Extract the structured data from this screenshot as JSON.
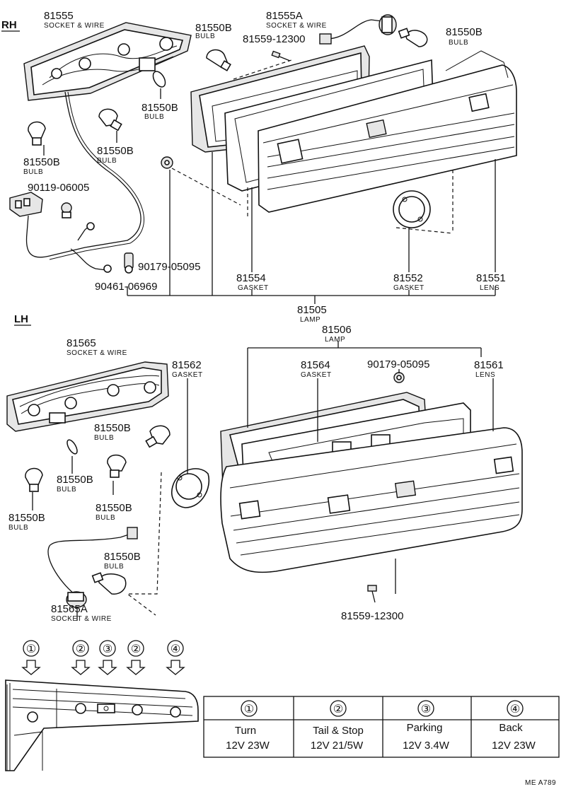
{
  "sections": {
    "rh": "RH",
    "lh": "LH"
  },
  "rh": {
    "socket_wire": {
      "pn": "81555",
      "desc": "SOCKET & WIRE"
    },
    "socket_wire_a": {
      "pn": "81555A",
      "desc": "SOCKET & WIRE"
    },
    "bulb_top": {
      "pn": "81550B",
      "desc": "BULB"
    },
    "bulb_top_right": {
      "pn": "81550B",
      "desc": "BULB"
    },
    "bulb_mid": {
      "pn": "81550B",
      "desc": "BULB"
    },
    "bulb_left": {
      "pn": "81550B",
      "desc": "BULB"
    },
    "bulb_center": {
      "pn": "81550B",
      "desc": "BULB"
    },
    "screw": {
      "pn": "81559-12300"
    },
    "connector": {
      "pn": "90119-06005"
    },
    "clip": {
      "pn": "90179-05095"
    },
    "grommet": {
      "pn": "90461-06969"
    },
    "gasket_a": {
      "pn": "81554",
      "desc": "GASKET"
    },
    "gasket_b": {
      "pn": "81552",
      "desc": "GASKET"
    },
    "lens": {
      "pn": "81551",
      "desc": "LENS"
    },
    "lamp": {
      "pn": "81505",
      "desc": "LAMP"
    }
  },
  "lh": {
    "lamp": {
      "pn": "81506",
      "desc": "LAMP"
    },
    "socket_wire": {
      "pn": "81565",
      "desc": "SOCKET & WIRE"
    },
    "gasket_a": {
      "pn": "81562",
      "desc": "GASKET"
    },
    "gasket_b": {
      "pn": "81564",
      "desc": "GASKET"
    },
    "clip": {
      "pn": "90179-05095"
    },
    "lens": {
      "pn": "81561",
      "desc": "LENS"
    },
    "bulb_a": {
      "pn": "81550B",
      "desc": "BULB"
    },
    "bulb_b": {
      "pn": "81550B",
      "desc": "BULB"
    },
    "bulb_c": {
      "pn": "81550B",
      "desc": "BULB"
    },
    "bulb_d": {
      "pn": "81550B",
      "desc": "BULB"
    },
    "bulb_e": {
      "pn": "81550B",
      "desc": "BULB"
    },
    "socket_wire_a": {
      "pn": "81565A",
      "desc": "SOCKET & WIRE"
    },
    "screw": {
      "pn": "81559-12300"
    }
  },
  "positions": {
    "markers": [
      "①",
      "②",
      "③",
      "②",
      "④"
    ]
  },
  "legend": {
    "columns": [
      {
        "num": "①",
        "name": "Turn",
        "spec": "12V 23W"
      },
      {
        "num": "②",
        "name": "Tail & Stop",
        "spec": "12V 21/5W"
      },
      {
        "num": "③",
        "name": "Parking",
        "spec": "12V 3.4W"
      },
      {
        "num": "④",
        "name": "Back",
        "spec": "12V 23W"
      }
    ]
  },
  "footer": {
    "code": "ME  A789"
  }
}
